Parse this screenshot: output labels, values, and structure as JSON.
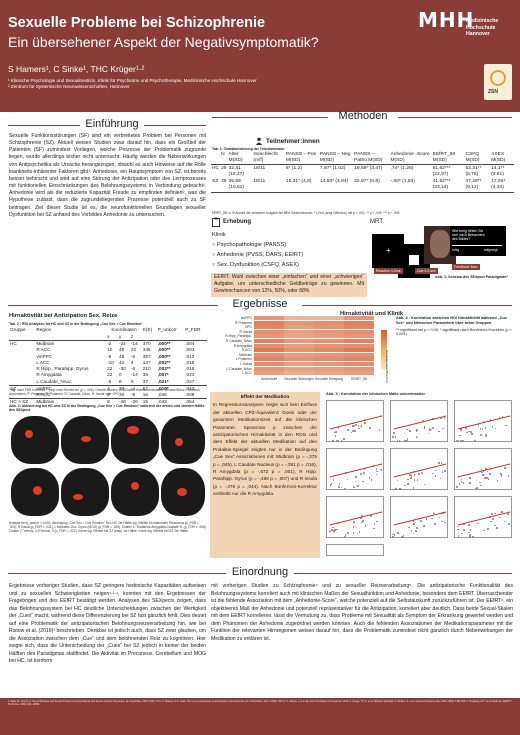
{
  "header": {
    "title_line1": "Sexuelle Probleme bei Schizophrenie",
    "title_line2": "Ein übersehener Aspekt der Negativsymptomatik?",
    "authors": "S Hamers¹, C Sinke¹, THC Krüger¹·²",
    "affiliation1": "¹ Klinische Psychologie und Sexualmedizin, Klinik für Psychiatrie und Psychotherapie, Medizinische Hochschule Hannover",
    "affiliation2": "² Zentrum für Systemische Neurowissenschaften, Hannover",
    "logo_text": "MHH",
    "logo_name_line1": "Medizinische Hochschule",
    "logo_name_line2": "Hannover",
    "zsn_text": "ZSN"
  },
  "sections": {
    "einfuehrung": "Einführung",
    "methoden": "Methoden",
    "ergebnisse": "Ergebnisse",
    "einordnung": "Einordnung"
  },
  "intro_text": "Sexuelle Funktionsstörungen (SF) sind ein verbreitetes Problem bei Personen mit Schizophrenie (SZ). Aktuell weisen Studien zwar darauf hin, dass ein Großteil der Patienten (SF) zumindest Vorliegen, welche Prozesse der Problematik zugrunde liegen, wurde allerdings bisher nicht untersucht. Häufig werden die Nebenwirkungen von Antipsychotika als Ursache herangezogen, obwohl es auch Hinweise auf die Rolle krankheits-inhärenter Faktoren gibt¹. Anhedonie, ein Hauptsymptom von SZ, ist bereits besser beforscht und wird auf eine Störung der Antizipation oder des Lernprozesses mit funktionellen Einschränkungen des Belohnungssystems in Verbindung gebracht². Anhedonie wird als die reduzierte Kapazität Freude zu empfinden definiert², was die Hypothese zulässt, dass die zugrundeliegenden Prozesse potenziell auch zu SF beitragen. Ziel dieser Studie ist es, die neurofunktionellen Grundlagen sexueller Dysfunktion bei SZ anhand des Vorbildes Anhedonie zu untersuchen.",
  "methods": {
    "teilnehmer_label": "Teilnehmer:innen",
    "table1_caption": "Tab. 1: Charakterisierung der Teilnehmenden",
    "table1_headers": [
      "",
      "N",
      "Alter M(SD)",
      "Geschlecht (m/f)",
      "PANSS – Pos M(SD)",
      "PANSS – Neg M(SD)",
      "PANSS – Patho M(SD)",
      "Anhedonie -Score M(SD)",
      "EEfRT_88 M(SD)",
      "CSFQ M(SD)",
      "ASEX M(SD)"
    ],
    "table1_rows": [
      [
        "HC",
        "29",
        "32,41 (12,47)",
        "18/11",
        "8* (1,2)",
        "7,97* (1,02)",
        "19,69* (3,47)",
        ",74* (1,28)",
        "61,62*** (22,97)",
        "53,31** (5,76)",
        "14,1** (2,81)"
      ],
      [
        "SZ",
        "29",
        "35,59 (10,61)",
        "18/11",
        "15,31* (4,8)",
        "14,93* (4,84)",
        "32,97* (6,8)",
        "-,69* (1,83)",
        "41,52*** (33,14)",
        "47,28** (9,12)",
        "17,26* (4,34)"
      ]
    ],
    "table1_footnote": "EEfRT_88: in % Anzahl der schweren Aufgabe bei 88% Gewinnchance; * t-Test (zeigt Differenz) mit p < ,001; ** p < ,003; *** p < ,005",
    "erhebung_label": "Erhebung",
    "mrt_label": "MRT",
    "klinik_label": "Klinik",
    "klinik_items": [
      "Psychopathologie (PANSS)",
      "Anhedonie (PVSS, DARS, EEfRT)",
      "Sex. Dysfunktion (CSFQ, ASEX)"
    ],
    "eefrt_text": "EEfRT: Wahl zwischen einer „einfachen“ und einer „schwierigen“ Aufgabe, um unterschiedliche Geldbeträge zu gewinnen. Mit Gewinnchancen von 12%, 50%, oder 88%",
    "mrt_labels": [
      "Reaction 4-5ms",
      "Cue 4-5 sec",
      "Feedback 4sec"
    ],
    "mrt_question": "Wie ruhig fühlen Sie sich nach Betrachten des Bildes?",
    "mrt_scale_left": "ruhig",
    "mrt_scale_right": "aufgeregt",
    "mrt_caption": "Abb. 1: Schema des SEXpect Paradigmas⁴"
  },
  "results": {
    "left_heading": "Hirnaktivität bei Antizipation Sex. Reize",
    "right_heading": "Hirnaktivität und Klinik",
    "table2_caption": "Tab. 2 : ROI Analysen für HC und SZ in der Bedingung „Cue Sex > Cue Emotion“",
    "table2_header1": [
      "Gruppe",
      "Region",
      "Koordinaten",
      "",
      "",
      "K(E)",
      "P_unkorr",
      "P_FDR"
    ],
    "table2_header2": [
      "",
      "",
      "x",
      "y",
      "z",
      "",
      "",
      ""
    ],
    "table2_rows": [
      [
        "HC",
        "Midbrain",
        "-2",
        "-24",
        "-14",
        "370",
        ",000**",
        ",004"
      ],
      [
        "",
        "R ACC",
        "10",
        "48",
        "22",
        "345",
        ",000**",
        ",003"
      ],
      [
        "",
        "vmPFC",
        "-8",
        "48",
        "-6",
        "357",
        ",000**",
        ",012"
      ],
      [
        "",
        "L ACC",
        "-10",
        "44",
        "4",
        "137",
        ",002**",
        ",015"
      ],
      [
        "",
        "R Hipp., Parahipp. Gyrus",
        "22",
        "-30",
        "-6",
        "210",
        ",002**",
        ",019"
      ],
      [
        "",
        "R Amygdala",
        "22",
        "0",
        "-14",
        "39",
        ",007*",
        ",023"
      ],
      [
        "",
        "L Caudate_NAcc",
        "-6",
        "8",
        "0",
        "37",
        ",021*",
        ",027"
      ],
      [
        "SZ",
        "vmPFC",
        "4",
        "30",
        "-4",
        "67",
        ",010*",
        ",042"
      ],
      [
        "",
        "R ACC",
        "2",
        "30",
        "-8",
        "16",
        ",046",
        ",008"
      ],
      [
        "HC > SZ",
        "Midbrain",
        "8",
        "-28",
        "-20",
        "15",
        ",043",
        ",054"
      ]
    ],
    "table2_footnote": "* sig. nach FDR-Korrektur; ** sig. nach Bonferroni (p < ,006); Gesetzt wurden 10.8Cluster-Wahrscheinlichkeit. Striatum/NAcc = Nucleus Accumbens, P: Putamen, R: Putamen, R: Caudate_NAcc, R: Insula oder OFC",
    "abb2_caption": "Abb. 2: Aktivierung bei HC und SZ in der Bedingung „Cue Sex > Cue Emotion“ während der ersten und zweiten Hälfte des SEXpect",
    "abb2_footnote": "Analyse bei p_unkorr = 0,001, Bedingung „Cue Sex > Cue Emotion“ Rot: HC 2te Hälfte sig. Effekte im bilateralen Precuneus (p_FDR < ,001), R Insula (p_FDR = ,021), L Mediales Occ. Gyrus (MOG) (p_FDR = ,049), Cluster 1: Thalamus-Amygdala-Caudate N. (p_FDR < ,006). Cluster 2: Vermis, 4.5 Vermis, 9 (p_FDR = ,022). Keine sig. Effekte bei SZ (blau) 1te Hälfte. Keine sig. Effekte bei SZ 2te Hälfte.",
    "heatmap_rows": [
      "vmPFC",
      "R Putamen",
      "OFC",
      "R Insula",
      "R Hipp_Parahipp.",
      "R Caudate_NAcc",
      "R Amygdala",
      "R ACC",
      "Midbrain",
      "L Putamen",
      "L Insula",
      "L Caudate_NAcc",
      "L ACC"
    ],
    "heatmap_cols": [
      "Anhedonie",
      "Sexuelle Störungen",
      "Sexuelle Erregung",
      "EEfRT_88"
    ],
    "heatmap_values": [
      [
        0.55,
        0.35,
        0.35,
        0.55
      ],
      [
        0.7,
        0.55,
        0.6,
        0.7
      ],
      [
        0.65,
        0.5,
        0.55,
        0.65
      ],
      [
        0.6,
        0.5,
        0.55,
        0.6
      ],
      [
        0.55,
        0.45,
        0.5,
        0.55
      ],
      [
        0.7,
        0.55,
        0.6,
        0.7
      ],
      [
        0.6,
        0.5,
        0.55,
        0.6
      ],
      [
        0.75,
        0.6,
        0.65,
        0.75
      ],
      [
        0.6,
        0.5,
        0.55,
        0.6
      ],
      [
        0.65,
        0.55,
        0.6,
        0.65
      ],
      [
        0.6,
        0.5,
        0.55,
        0.6
      ],
      [
        0.55,
        0.45,
        0.5,
        0.55
      ],
      [
        0.5,
        0.4,
        0.45,
        0.5
      ]
    ],
    "heatmap_axis_label": "Korrelationskoeffizient (r)",
    "abb4_caption": "Abb. 4 : Korrelation zwischen ROI Hirnaktivität während „Cue Sex“ und klinischen Parametern über beide Gruppen",
    "abb4_note": "** signifikant bei p < 0,05; * signifikant nach Bonferroni-Korrektur (p < 0,004).",
    "effekt_title": "Effekt der Medikation",
    "effekt_text": "In Regressionsanalysen zeigte sich kein Einfluss der aktuellen CPZ-Äquivalenz Dosis oder der gesamten Medikationszeit auf die klinischen Parameter. Spearman ρ zwischen der antizipatorischen Hirnaktivität in den ROIs und dem Effekt der aktuellen Medikation auf den Prolaktin-Spiegel zeigten nur in der Bedingung „Cue Sex“ Assoziationen mit: Midbrain (ρ = -,375 p = ,045), L Caudate Nucleus (ρ = -,391 p = ,016), R Amygdala (ρ = -,672 p = ,001), R Hipp. Parahipp. Gyrus (ρ = -,488 p = ,007) und R Insula (ρ = -,376 p = ,044). Nach Bonferroni-Korrektur verbleibt nur die R Amygdala.",
    "abb5_caption": "Abb. 5 : Korrelation der klinischen Maße untereinander"
  },
  "einordnung_col1": "Ergebnisse vorheriger Studien, dass SZ geringere hedonische Kapazitäten aufweisen und zu sexuellen Schwierigkeiten neigen¹·²·⁴, konnten mit den Ergebnissen der Fragebögen und des EEfRT bestätigt werden. Analysen des SEXpects zeigen, dass das Belohnungssystem bei HC deutliche Unterscheidungen zwischen der Wertigkeit der „Cues“ macht, während diese Differenzierung bei SZ fast gänzlich fehlt. Dies deutet auf eine Problematik der antizipatorischen Belohnungsreizverarbeitung hin, wie bei Ristow et al. (2019)³ beschrieben. Denkbar ist jedoch auch, dass SZ zwar glauben, um die Assoziation zwischen dem „Cue“ und dem belohnenden Reiz zu kognitiven. Hier zeigte sich, dass die Unterscheidung der „Cues“ bei SZ jedoch in keiner der beiden Hälften des Paradigmas stattfindet. Die Aktivität im Precuneus, Cerebellum und MOG bei HC, ist konform",
  "einordnung_col2": "mit vorherigen Studien zu Schizophrenie⁴ und zu sexueller Reizverarbeitung⁵. Die antizipatorische Funktionalität des Belohnungssystems korreliert auch mit klinischen Maßen der Sexualfunktion und Anhedonie, besonders dem EEfRT. Überraschender ist die fehlende Assoziation mit dem „Anhedonie-Score“, welche potenziell auf die Selbstauskunft zurückzuführen ist. Der EEfRT⁶, ein objektiveres Maß der Anhedonie und potenziell repräsentativer für die Antizipation, korreliert aber deutlich. Dass beide Sexual-Skalen mit dem EEfRT korrelieren, lässt die Vermutung zu, dass Probleme mit Sexualität als Symptom der Erkrankung gewertet werden und dem Phänomen der Anhedonie zugeordnet werden könnten. Auch die fehlenden Assoziationen der Medikationsparameter mit der Funktion der relevanten Hirnregionen weisen darauf hin, dass die Problematik zumindest nicht gänzlich durch Nebenwirkungen der Medikation zu erklären ist.",
  "references": "1. Raja, M., Azzoni, A. Sexual Behavior and Sexual Problems Among Patients with Severe Chronic Psychoses. Eur Psychiatry. 2003; 18(2): 70-6. 2. Strauss, G.P., Gold, J.M. A new perspective on anhedonia in schizophrenia. Am J Psychiatry. 2012; 169(4): 364-73. 3. Ristow, I. et al. Eur Arch Psychiatry Clin Neurosci. 2019. 4. Kruger, T.H.C. et al. SEXpect paradigm. 5. Stoléru, S. et al. Neurosci Biobehav Rev. 2012; 36(6): 1481-509. 6. Treadway, M.T. et al. Worth the 'EEfRT'? PLoS One. 2009; 4(8): e6598.",
  "colors": {
    "brand": "#8a3d37",
    "highlight_box": "#f3d4b4",
    "link": "#2a5aa8"
  }
}
